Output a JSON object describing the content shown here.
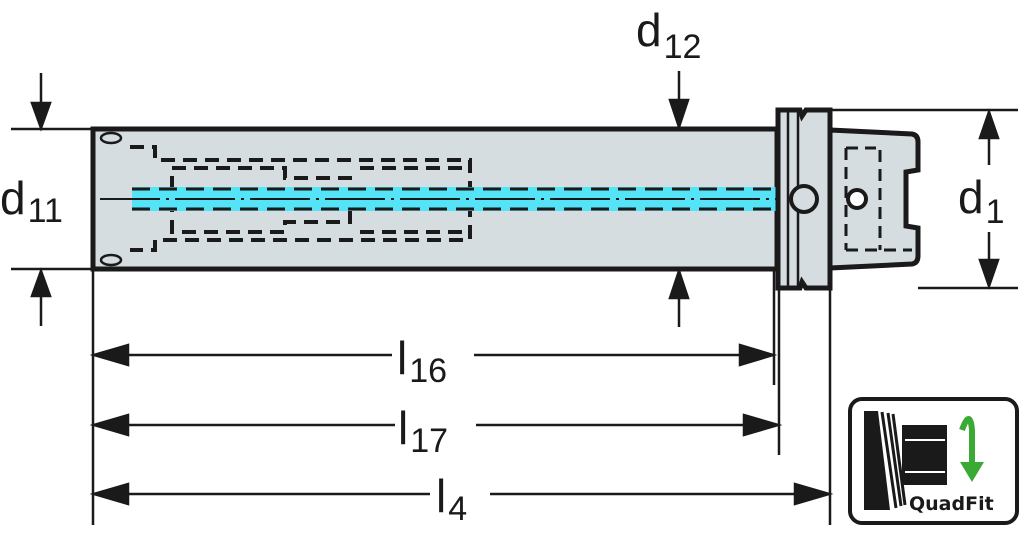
{
  "drawing": {
    "title": "Tool holder shank dimension drawing",
    "colors": {
      "body_fill": "#d6dde0",
      "line": "#1a1a1a",
      "coolant": "#55e3f7",
      "badge_arrow": "#3aaa35"
    },
    "dimensions": {
      "d11": {
        "main": "d",
        "sub": "11"
      },
      "d12": {
        "main": "d",
        "sub": "12"
      },
      "d1": {
        "main": "d",
        "sub": "1"
      },
      "l16": {
        "main": "l",
        "sub": "16"
      },
      "l17": {
        "main": "l",
        "sub": "17"
      },
      "l4": {
        "main": "l",
        "sub": "4"
      }
    },
    "badge": {
      "label": "QuadFit",
      "icon": "quadfit-clamp-icon"
    }
  }
}
